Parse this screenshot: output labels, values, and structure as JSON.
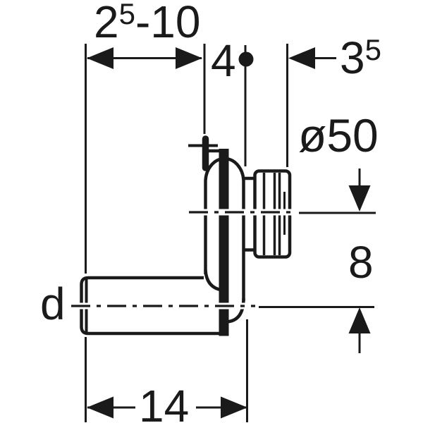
{
  "drawing": {
    "background": "#ffffff",
    "ink": "#1a1a1a",
    "dims": {
      "depth_range": {
        "base": "2",
        "sup": "5",
        "rest": "-10"
      },
      "wall_to_ref": "4",
      "ref_to_socket": {
        "base": "3",
        "sup": "5"
      },
      "outlet_diameter": "ø50",
      "center_offset": "8",
      "inlet_diameter": "d",
      "length": "14"
    }
  }
}
